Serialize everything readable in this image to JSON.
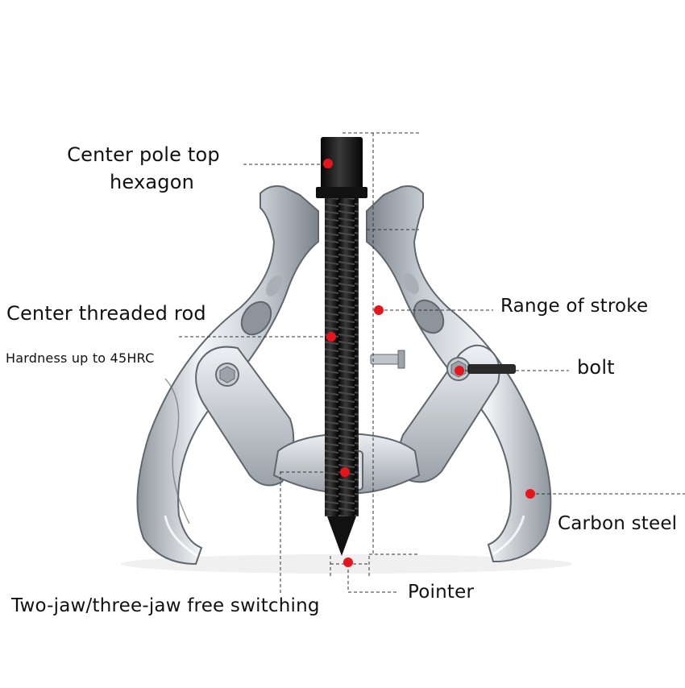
{
  "labels": {
    "center_pole_top": "Center pole top",
    "hexagon": "hexagon",
    "center_threaded_rod": "Center threaded rod",
    "hardness": "Hardness up to 45HRC",
    "range_of_stroke": "Range of stroke",
    "bolt": "bolt",
    "carbon_steel": "Carbon steel",
    "pointer": "Pointer",
    "jaw_switching": "Two-jaw/three-jaw free switching"
  },
  "colors": {
    "marker": "#e8141b",
    "steel_light": "#f2f4f6",
    "steel_mid": "#b9bfc6",
    "steel_dark": "#6e757d",
    "rod": "#121212",
    "leader": "#333333"
  }
}
